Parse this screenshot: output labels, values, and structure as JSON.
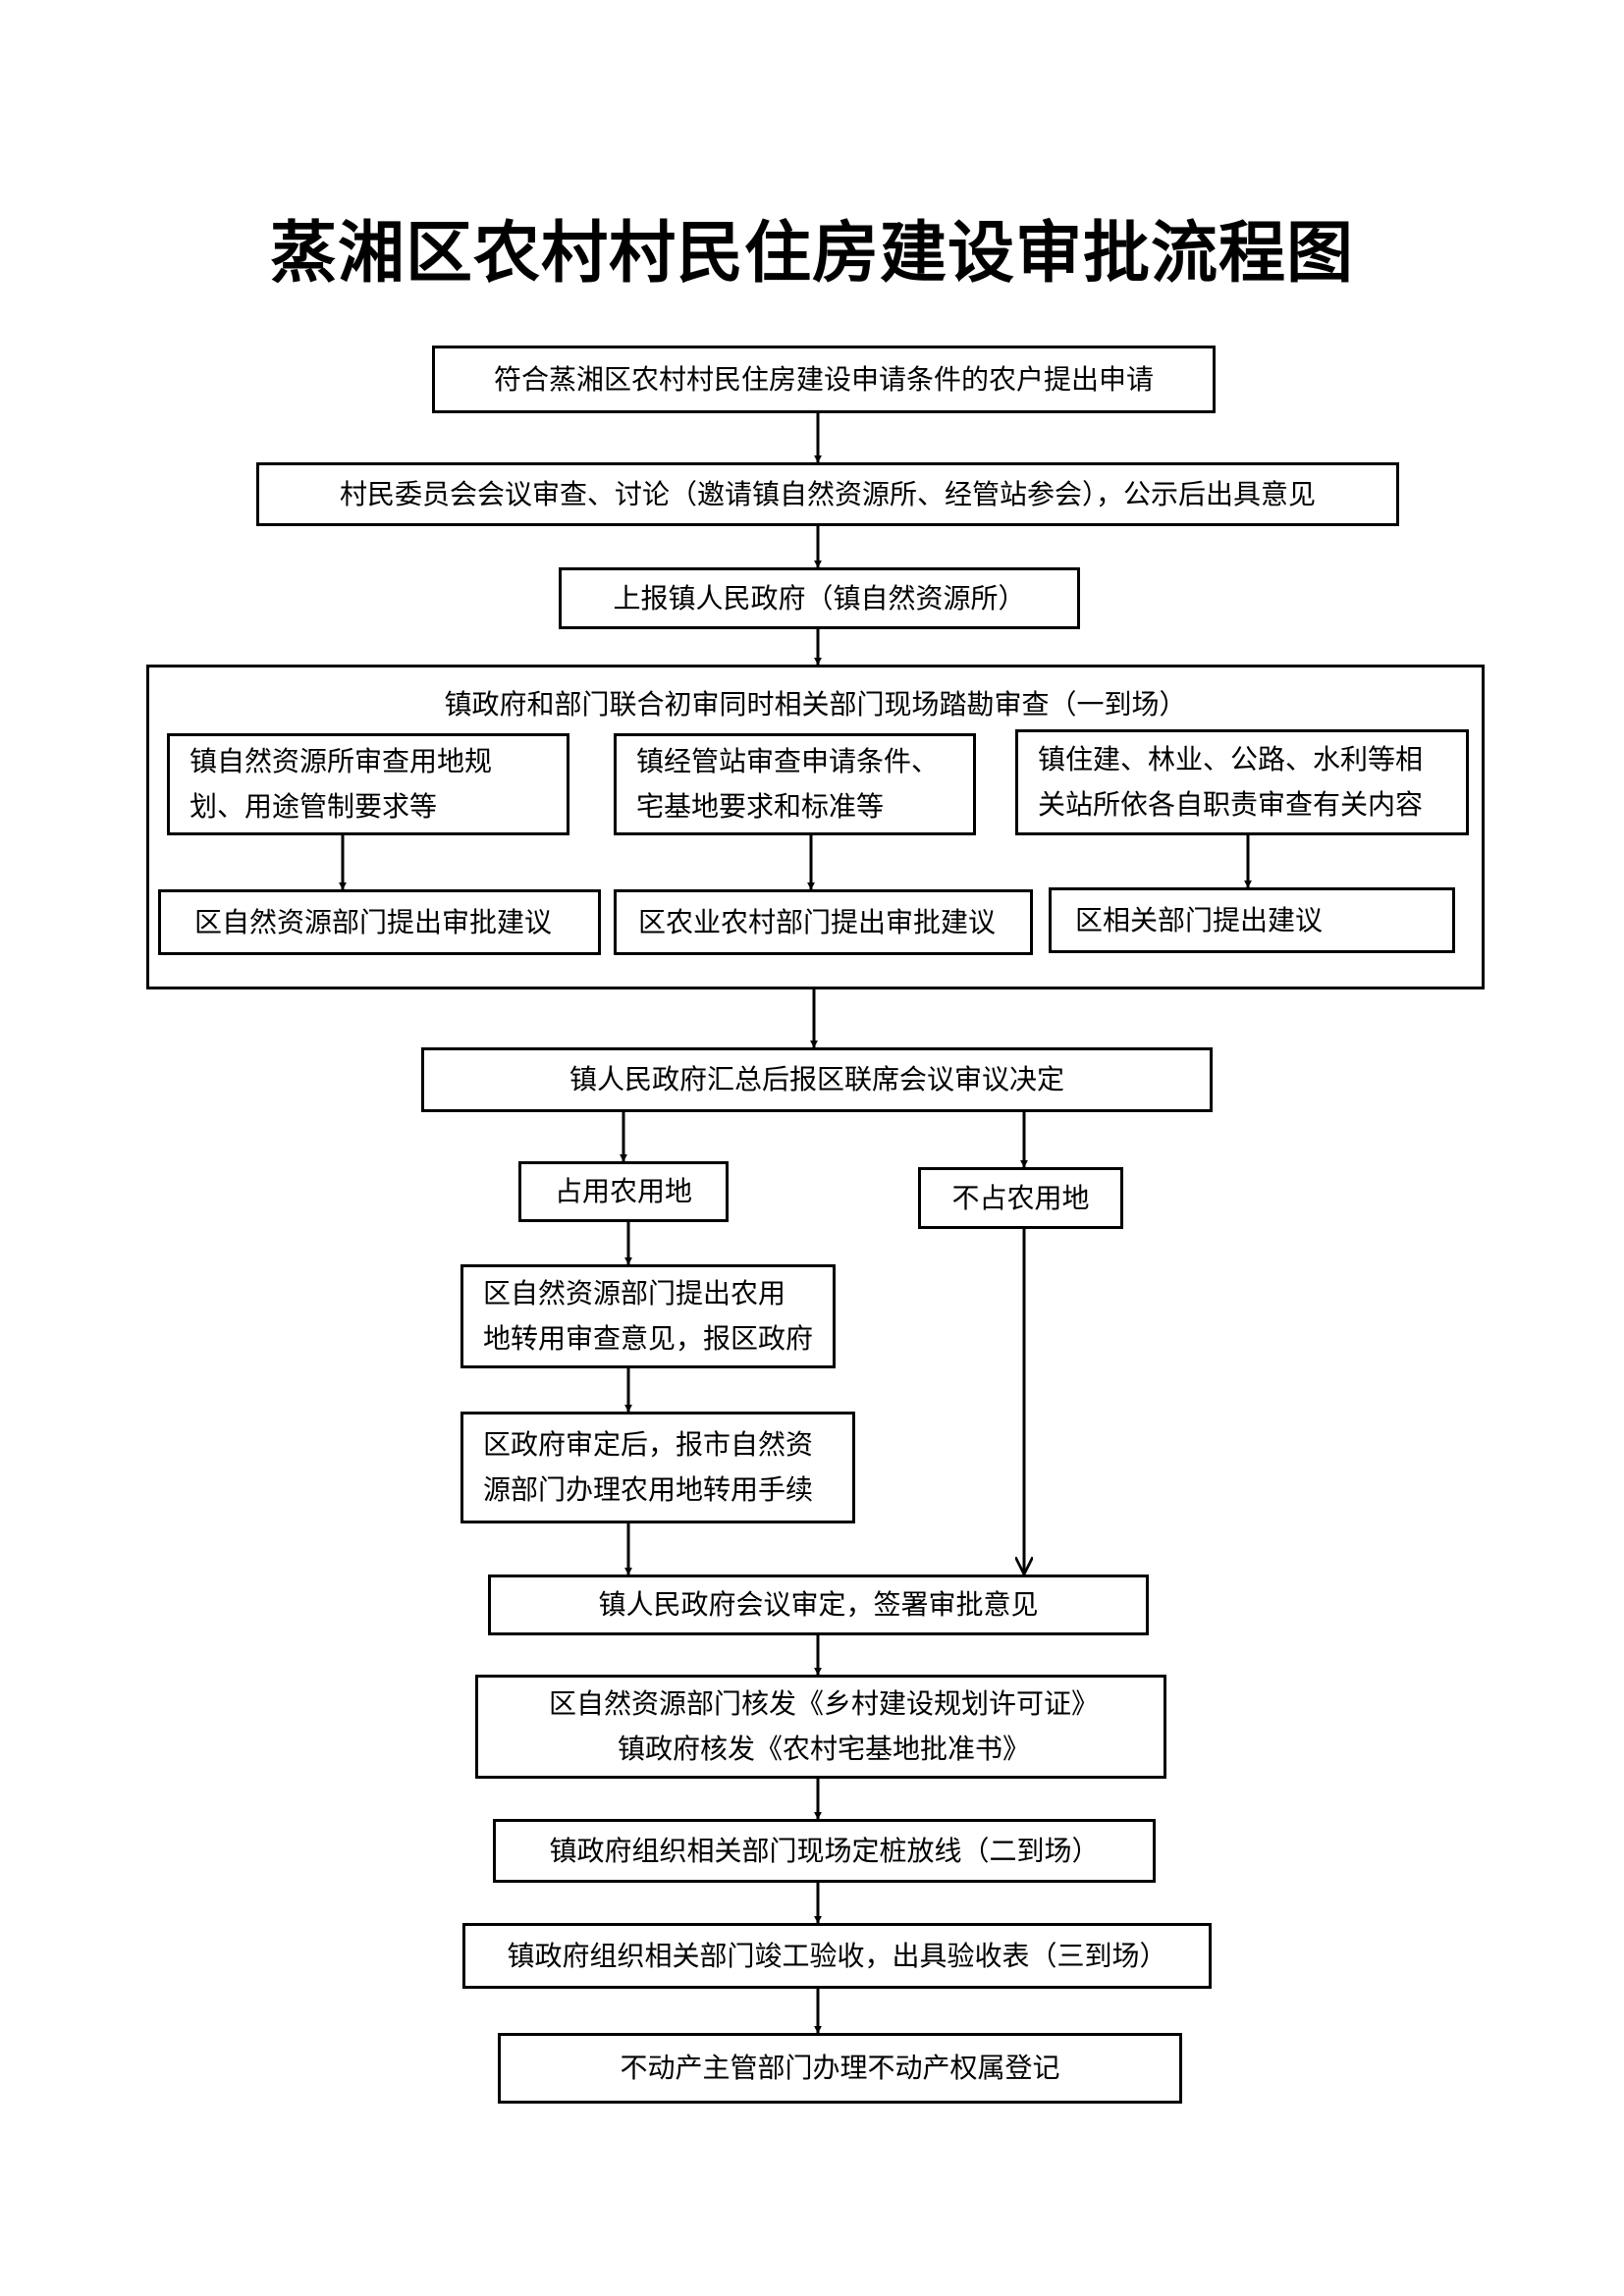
{
  "title": "蒸湘区农村村民住房建设审批流程图",
  "steps": {
    "apply": "符合蒸湘区农村村民住房建设申请条件的农户提出申请",
    "village_review": "村民委员会会议审查、讨论（邀请镇自然资源所、经管站参会），公示后出具意见",
    "report_town": "上报镇人民政府（镇自然资源所）",
    "joint_review": {
      "title": "镇政府和部门联合初审同时相关部门现场踏勘审查（一到场）",
      "col1": {
        "review": [
          "镇自然资源所审查用地规",
          "划、用途管制要求等"
        ],
        "suggest": "区自然资源部门提出审批建议"
      },
      "col2": {
        "review": [
          "镇经管站审查申请条件、",
          "宅基地要求和标准等"
        ],
        "suggest": "区农业农村部门提出审批建议"
      },
      "col3": {
        "review": [
          "镇住建、林业、公路、水利等相",
          "关站所依各自职责审查有关内容"
        ],
        "suggest": "区相关部门提出建议"
      }
    },
    "town_summary": "镇人民政府汇总后报区联席会议审议决定",
    "occupy_farmland": "占用农用地",
    "not_occupy_farmland": "不占农用地",
    "farmland_conversion": [
      "区自然资源部门提出农用",
      "地转用审查意见，报区政府"
    ],
    "district_approval": [
      "区政府审定后，报市自然资",
      "源部门办理农用地转用手续"
    ],
    "town_meeting": "镇人民政府会议审定，签署审批意见",
    "issue_permits": [
      "区自然资源部门核发《乡村建设规划许可证》",
      "镇政府核发《农村宅基地批准书》"
    ],
    "staking": "镇政府组织相关部门现场定桩放线（二到场）",
    "completion": "镇政府组织相关部门竣工验收，出具验收表（三到场）",
    "registration": "不动产主管部门办理不动产权属登记"
  }
}
